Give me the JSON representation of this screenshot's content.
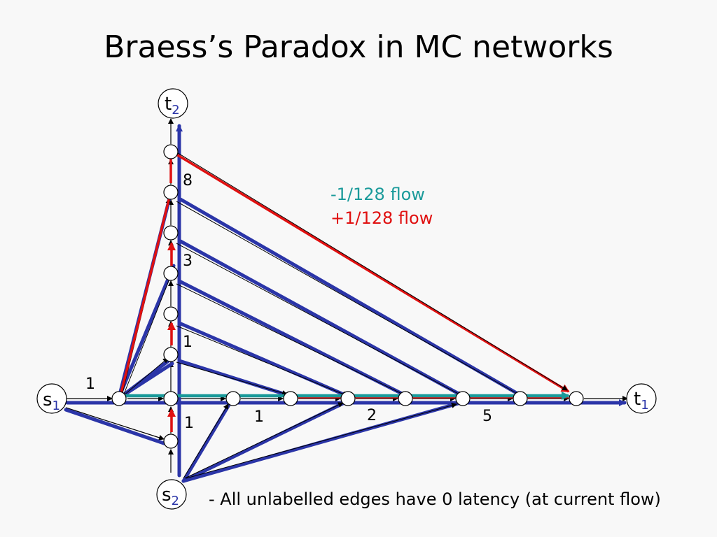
{
  "title": "Braess’s Paradox in MC networks",
  "terminals": {
    "s1": {
      "base": "s",
      "sub": "1"
    },
    "s2": {
      "base": "s",
      "sub": "2"
    },
    "t1": {
      "base": "t",
      "sub": "1"
    },
    "t2": {
      "base": "t",
      "sub": "2"
    }
  },
  "edge_labels": {
    "s1_edge": "1",
    "vertical_8": "8",
    "vertical_3": "3",
    "vertical_1_upper": "1",
    "vertical_1_lower": "1",
    "horizontal_1": "1",
    "horizontal_2": "2",
    "horizontal_5": "5"
  },
  "legend": {
    "minus_flow": "-1/128 flow",
    "plus_flow": "+1/128 flow"
  },
  "footnote": "- All unlabelled edges have 0 latency (at current flow)",
  "colors": {
    "flow_edge": "#2b35a8",
    "minus_flow": "#1a9a9a",
    "plus_flow": "#e01010",
    "background": "#f8f8f8"
  }
}
